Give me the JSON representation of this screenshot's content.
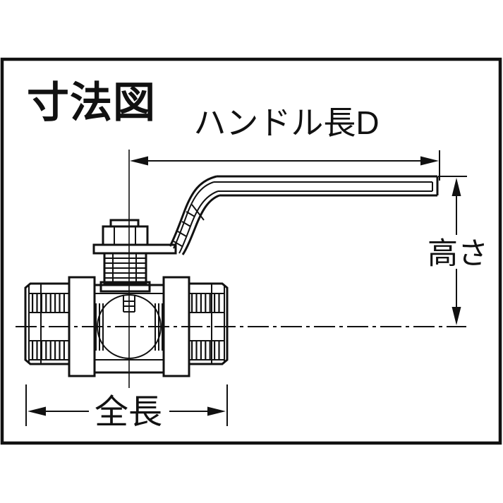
{
  "diagram": {
    "title": "寸法図",
    "labels": {
      "handle_length": "ハンドル長D",
      "height": "高さ",
      "overall_length": "全長"
    },
    "colors": {
      "line": "#111111",
      "background": "#ffffff"
    }
  }
}
